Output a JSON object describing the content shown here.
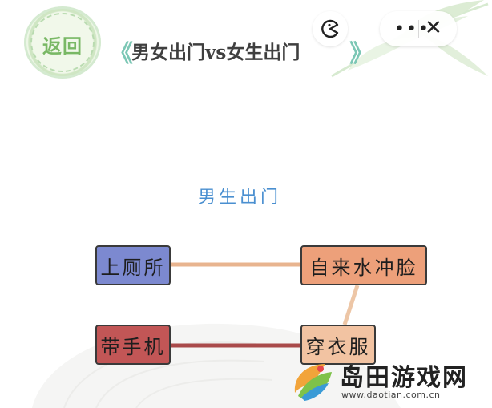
{
  "header": {
    "back_label": "返回",
    "level_title": "男女出门vs女生出门",
    "arrow_left": "《",
    "arrow_right": "》"
  },
  "capsule": {
    "game_icon": "pacman-icon",
    "more_label": "•••",
    "close_label": "✕"
  },
  "scene": {
    "title": "男生出门"
  },
  "cards": {
    "bathroom": "上厕所",
    "wash_face": "自来水冲脸",
    "phone": "带手机",
    "clothes": "穿衣服"
  },
  "colors": {
    "bathroom": "#7c89d0",
    "wash_face": "#eda07a",
    "phone": "#c25656",
    "clothes": "#f2c3a2",
    "link_light": "#e8b48f",
    "link_dark": "#a94a4a",
    "title_blue": "#4a8fd0"
  },
  "watermark": {
    "name": "岛田游戏网",
    "url": "www.daotian.com.cn"
  }
}
